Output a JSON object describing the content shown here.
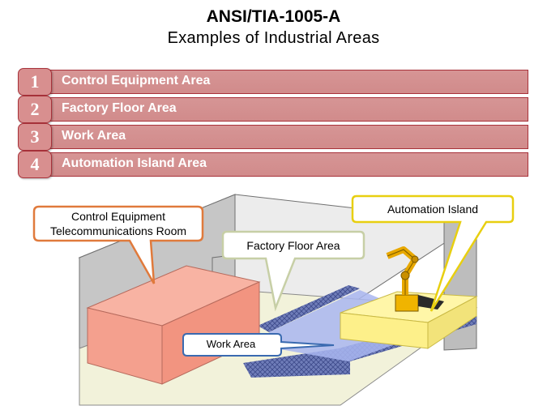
{
  "title": "ANSI/TIA-1005-A",
  "subtitle": "Examples of Industrial Areas",
  "list": [
    {
      "number": "1",
      "label": "Control Equipment Area"
    },
    {
      "number": "2",
      "label": "Factory Floor Area"
    },
    {
      "number": "3",
      "label": "Work Area"
    },
    {
      "number": "4",
      "label": "Automation Island Area"
    }
  ],
  "callouts": {
    "control_room_line1": "Control Equipment",
    "control_room_line2": "Telecommunications Room",
    "factory_floor": "Factory Floor Area",
    "automation_island": "Automation Island",
    "work_area": "Work Area"
  },
  "colors": {
    "list_fill": "#d69595",
    "list_border": "#a8323a",
    "control_room": "#f4a08e",
    "automation_island": "#fdf58e",
    "work_area": "#a9b6f0",
    "grid_band": "#6a78b8"
  }
}
